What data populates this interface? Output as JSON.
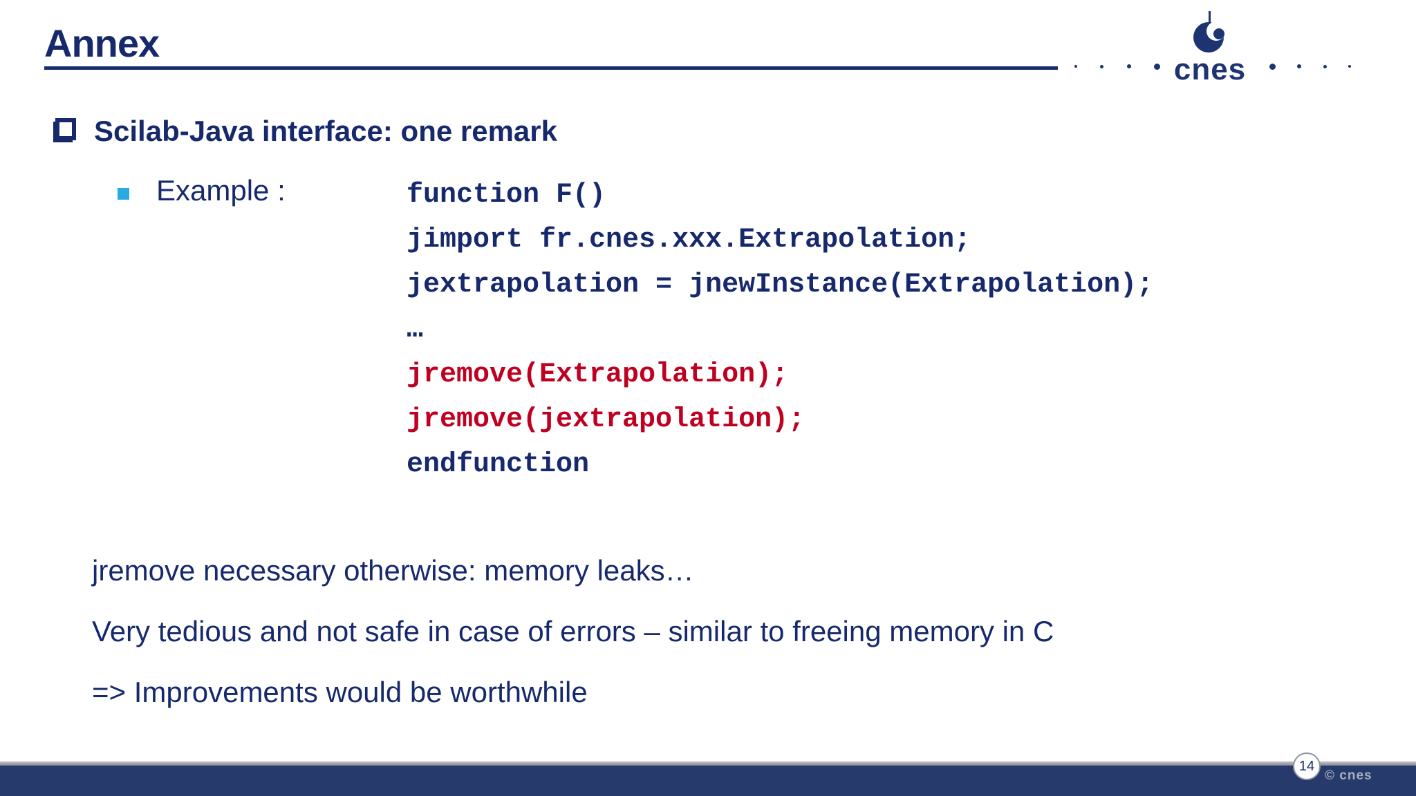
{
  "colors": {
    "navy": "#17296d",
    "code_red": "#c00021",
    "accent_cyan": "#29abe2",
    "footer_navy": "#263a6b"
  },
  "header": {
    "title": "Annex",
    "logo_text": "cnes"
  },
  "content": {
    "heading": "Scilab-Java interface: one remark",
    "example_label": "Example :",
    "code_lines": [
      {
        "text": "function F()",
        "color": "navy"
      },
      {
        "text": "jimport fr.cnes.xxx.Extrapolation;",
        "color": "navy"
      },
      {
        "text": "jextrapolation = jnewInstance(Extrapolation);",
        "color": "navy"
      },
      {
        "text": "…",
        "color": "navy"
      },
      {
        "text": "jremove(Extrapolation);",
        "color": "red"
      },
      {
        "text": "jremove(jextrapolation);",
        "color": "red"
      },
      {
        "text": "endfunction",
        "color": "navy"
      }
    ],
    "notes": [
      "jremove necessary otherwise: memory leaks…",
      "Very tedious and not safe in case of errors – similar to freeing memory in C",
      "=> Improvements would be worthwhile"
    ]
  },
  "footer": {
    "page_number": "14",
    "copyright": "© cnes"
  }
}
